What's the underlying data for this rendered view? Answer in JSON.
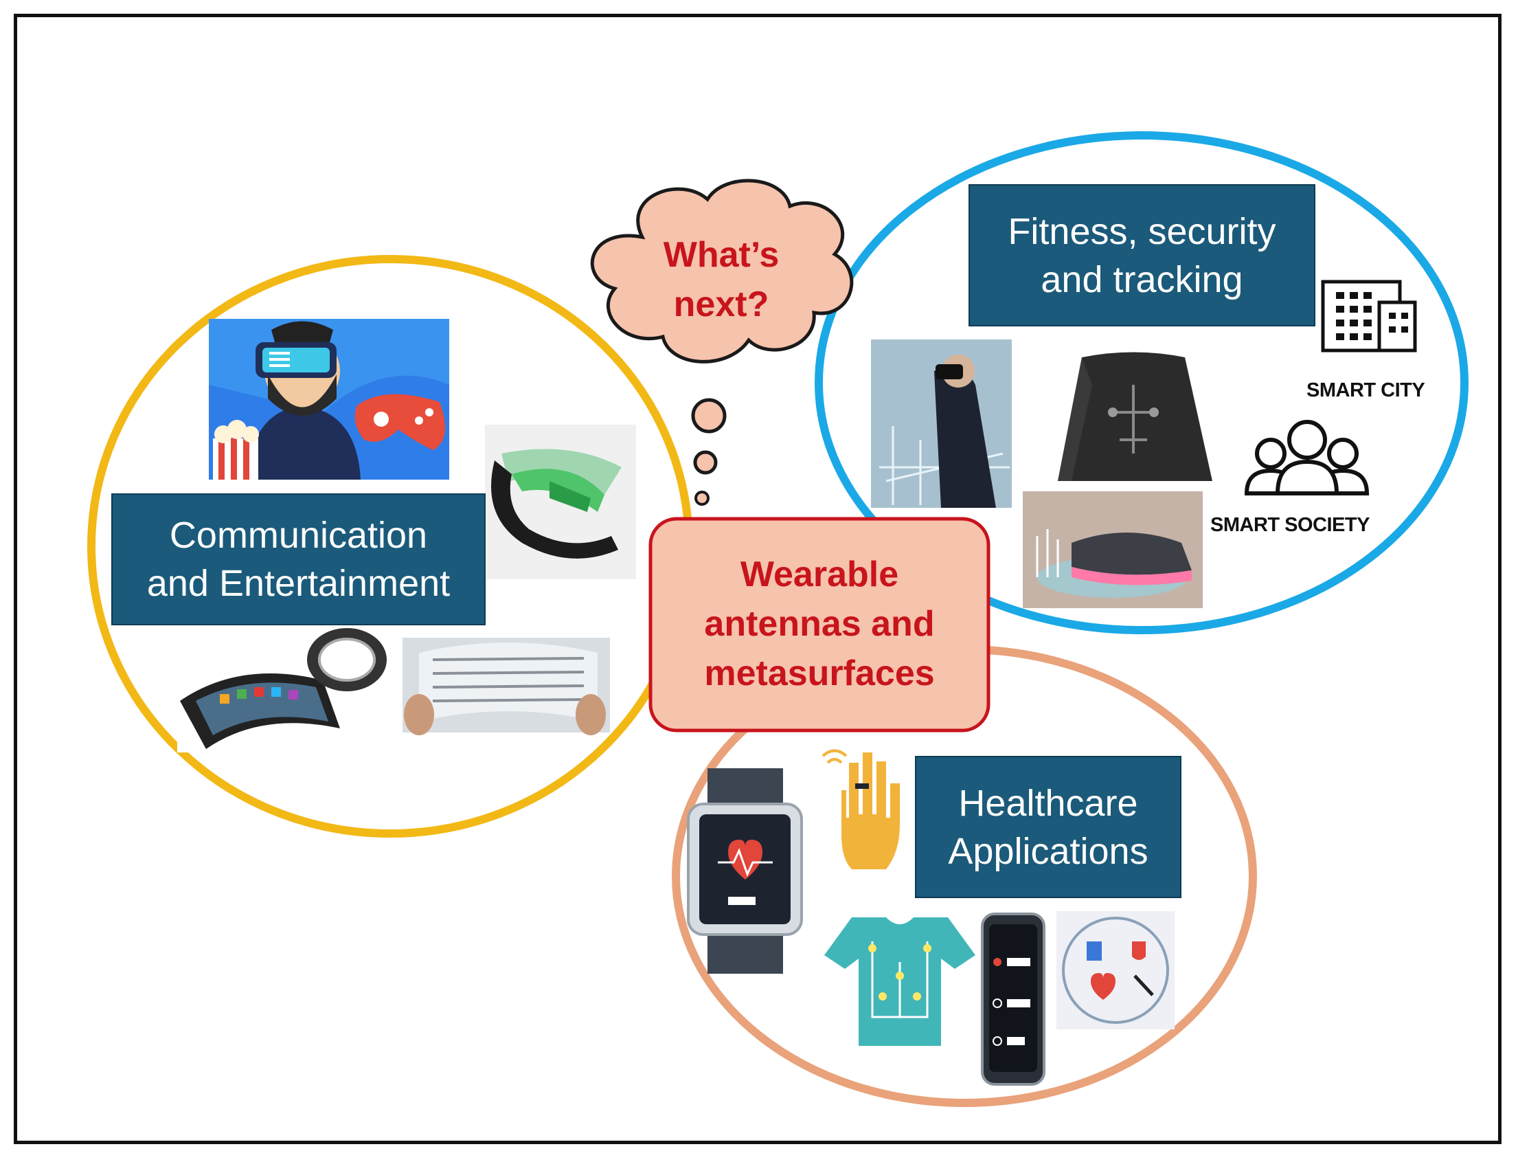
{
  "colors": {
    "box_fill": "#1b5a7a",
    "entertainment_ring": "#f2b815",
    "fitness_ring": "#1aa9e6",
    "healthcare_ring": "#e9a27a",
    "center_fill": "#f6c3ad",
    "center_border": "#c8141c",
    "cloud_fill": "#f6c3ad",
    "accent_text": "#c8141c"
  },
  "thought_cloud": {
    "line1": "What’s",
    "line2": "next?"
  },
  "center": {
    "line1": "Wearable",
    "line2": "antennas and",
    "line3": "metasurfaces"
  },
  "entertainment": {
    "line1": "Communication",
    "line2": "and Entertainment",
    "images": [
      "vr-gamer-illustration",
      "flexible-wrist-display",
      "curved-phone-bracelet",
      "flexible-newspaper-display"
    ]
  },
  "fitness": {
    "line1": "Fitness, security",
    "line2": "and tracking",
    "images": [
      "vr-headset-user-photo",
      "sensor-shirt-photo",
      "smart-shoe-photo"
    ],
    "smart_city": "SMART CITY",
    "smart_society": "SMART SOCIETY",
    "icons": [
      "building-icon",
      "people-group-icon"
    ]
  },
  "healthcare": {
    "line1": "Healthcare",
    "line2": "Applications",
    "images": [
      "smartwatch-heart-rate",
      "smart-ring-hand",
      "sensor-tshirt",
      "fitness-band",
      "health-monitor-icons"
    ]
  }
}
